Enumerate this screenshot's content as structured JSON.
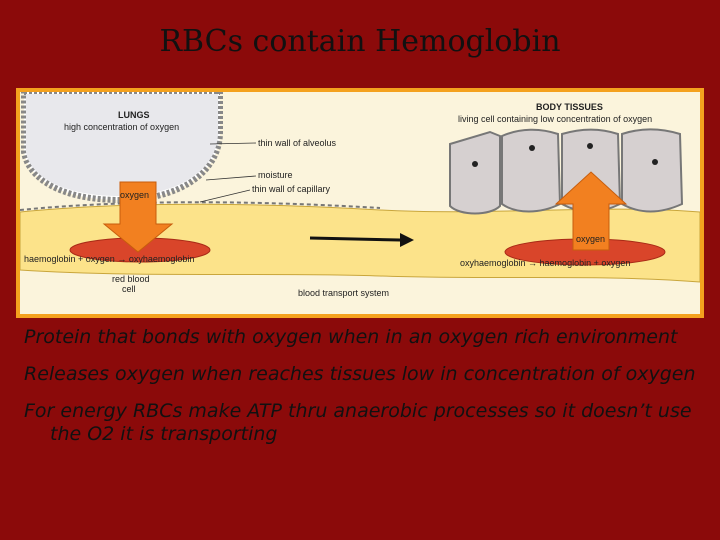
{
  "slide": {
    "title": "RBCs contain Hemoglobin",
    "bullets": [
      "Protein that bonds with oxygen when in an oxygen rich environment",
      "Releases oxygen when reaches tissues low in concentration of oxygen",
      "For energy RBCs make ATP thru anaerobic processes so it doesn’t use the O2 it is transporting"
    ]
  },
  "diagram": {
    "lungs_title": "LUNGS",
    "lungs_sub": "high concentration of oxygen",
    "thin_wall_alveolus": "thin wall of alveolus",
    "moisture": "moisture",
    "thin_wall_capillary": "thin wall of capillary",
    "oxygen_left": "oxygen",
    "reaction_left": "haemoglobin + oxygen → oxyhaemoglobin",
    "red_blood_cell": "red blood",
    "red_blood_cell_2": "cell",
    "blood_transport": "blood transport system",
    "body_tissues_title": "BODY TISSUES",
    "body_tissues_sub": "living cell containing low concentration of oxygen",
    "oxygen_right": "oxygen",
    "reaction_right": "oxyhaemoglobin → haemoglobin + oxygen"
  }
}
